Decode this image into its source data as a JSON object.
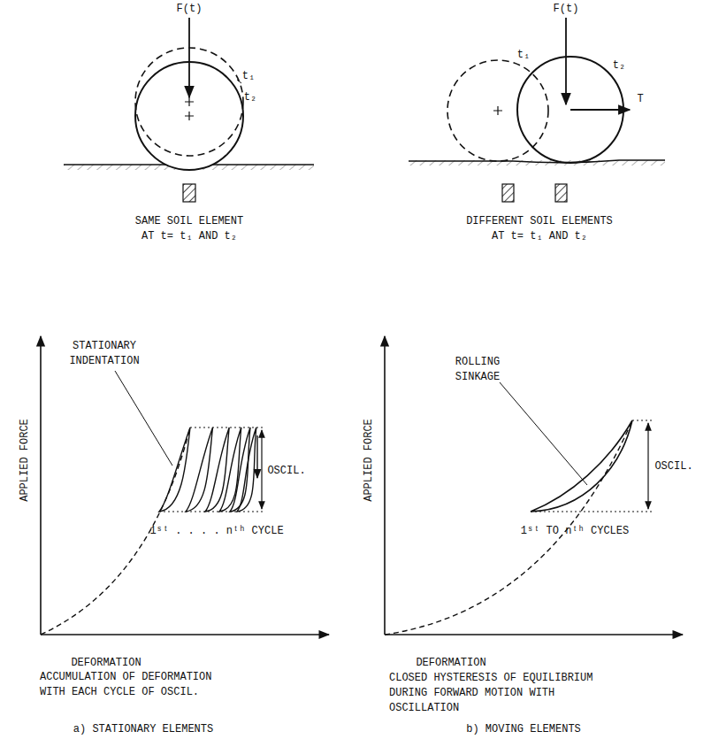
{
  "diagram": {
    "labels": [
      "F(t)",
      "t₁",
      "t₂",
      "SAME SOIL ELEMENT AT t= t₁ AND t₂",
      "F(t)",
      "T",
      "t₁",
      "t₂",
      "DIFFERENT SOIL ELEMENTS AT t= t₁ AND t₂",
      "APPLIED FORCE",
      "STATIONARY INDENTATION",
      "OSCIL.",
      "1ˢᵗ . . . . nᵗʰ CYCLE",
      "DEFORMATION",
      "ACCUMULATION OF DEFORMATION WITH EACH CYCLE OF OSCIL.",
      "a) STATIONARY ELEMENTS",
      "APPLIED FORCE",
      "ROLLING SINKAGE",
      "OSCIL.",
      "1ˢᵗ TO nᵗʰ CYCLES",
      "DEFORMATION",
      "CLOSED HYSTERESIS OF EQUILIBRIUM DURING FORWARD MOTION WITH OSCILLATION",
      "b) MOVING ELEMENTS"
    ]
  }
}
